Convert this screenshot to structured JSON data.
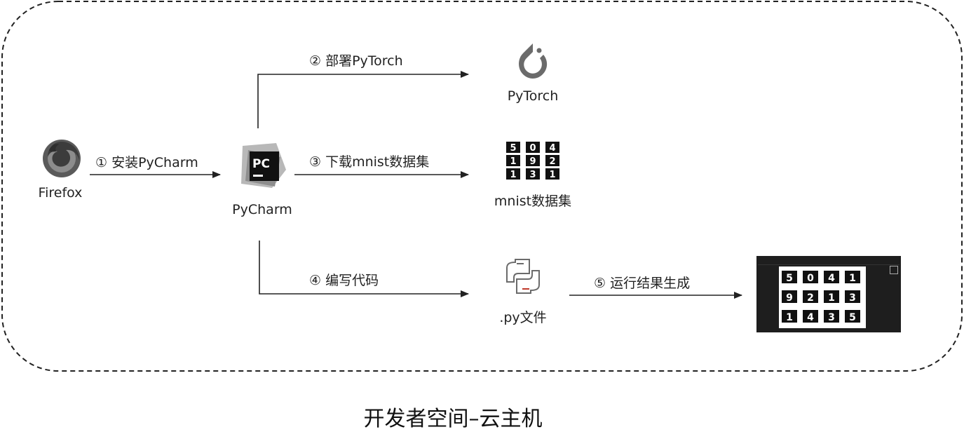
{
  "footer": {
    "title": "开发者空间–云主机"
  },
  "nodes": {
    "firefox": {
      "label": "Firefox"
    },
    "pycharm": {
      "label": "PyCharm",
      "logo_text": "PC"
    },
    "pytorch": {
      "label": "PyTorch"
    },
    "mnist": {
      "label": "mnist数据集"
    },
    "pyfile": {
      "label": ".py文件"
    }
  },
  "edges": {
    "install": {
      "label": "① 安装PyCharm"
    },
    "deploy": {
      "label": "② 部署PyTorch"
    },
    "download": {
      "label": "③ 下载mnist数据集"
    },
    "code": {
      "label": "④ 编写代码"
    },
    "run": {
      "label": "⑤ 运行结果生成"
    }
  },
  "mnist_thumbnail": {
    "digits": [
      "5",
      "0",
      "4",
      "1",
      "9",
      "2",
      "1",
      "3",
      "1",
      "4",
      "3",
      "5"
    ]
  },
  "colors": {
    "border": "#222222",
    "arrow": "#222222",
    "icon_gray": "#6b6b6b",
    "dark_panel": "#1e1e1e"
  }
}
